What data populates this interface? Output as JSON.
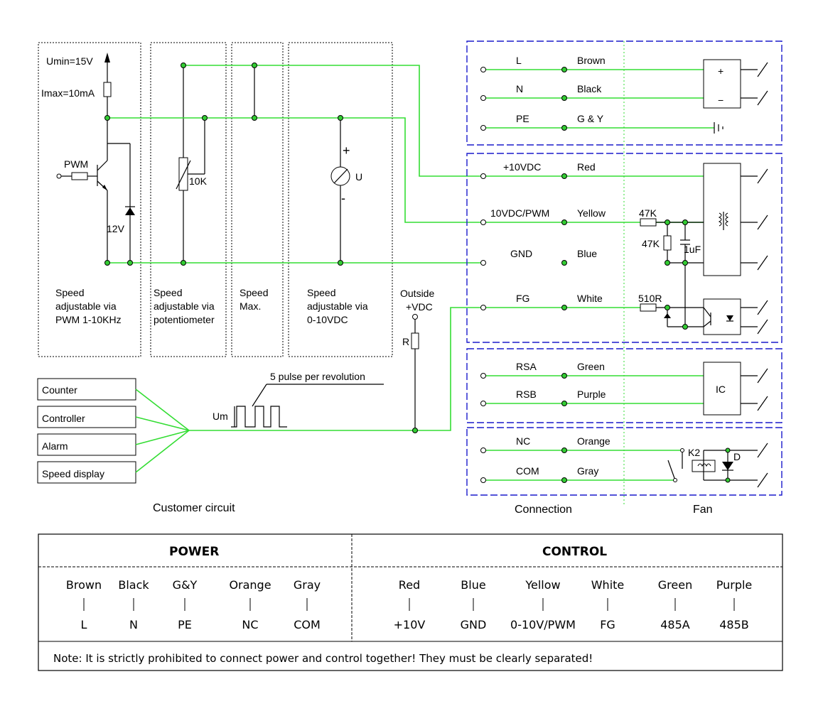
{
  "customer": {
    "umin": "Umin=15V",
    "imax": "Imax=10mA",
    "pwm": "PWM",
    "zener": "12V",
    "pot": "10K",
    "meter_u": "U",
    "col1": [
      "Speed",
      "adjustable via",
      "PWM 1-10KHz"
    ],
    "col2": [
      "Speed",
      "adjustable via",
      "potentiometer"
    ],
    "col3": [
      "Speed",
      "Max."
    ],
    "col4": [
      "Speed",
      "adjustable via",
      "0-10VDC"
    ],
    "outside": [
      "Outside",
      "+VDC"
    ],
    "r": "R",
    "pulse": "5 pulse per revolution",
    "um": "Um",
    "devices": [
      "Counter",
      "Controller",
      "Alarm",
      "Speed display"
    ],
    "caption": "Customer circuit"
  },
  "connection": {
    "rows": [
      {
        "signal": "L",
        "wire": "Brown"
      },
      {
        "signal": "N",
        "wire": "Black"
      },
      {
        "signal": "PE",
        "wire": "G & Y"
      },
      {
        "signal": "+10VDC",
        "wire": "Red"
      },
      {
        "signal": "10VDC/PWM",
        "wire": "Yellow"
      },
      {
        "signal": "GND",
        "wire": "Blue"
      },
      {
        "signal": "FG",
        "wire": "White"
      },
      {
        "signal": "RSA",
        "wire": "Green"
      },
      {
        "signal": "RSB",
        "wire": "Purple"
      },
      {
        "signal": "NC",
        "wire": "Orange"
      },
      {
        "signal": "COM",
        "wire": "Gray"
      }
    ],
    "caption": "Connection"
  },
  "fan": {
    "r47a": "47K",
    "r47b": "47K",
    "cap": "1uF",
    "r510": "510R",
    "plus": "+",
    "minus": "−",
    "ic": "IC",
    "k2": "K2",
    "d": "D",
    "caption": "Fan"
  },
  "table": {
    "power_header": "POWER",
    "control_header": "CONTROL",
    "power": [
      {
        "color": "Brown",
        "sig": "L"
      },
      {
        "color": "Black",
        "sig": "N"
      },
      {
        "color": "G&Y",
        "sig": "PE"
      },
      {
        "color": "Orange",
        "sig": "NC"
      },
      {
        "color": "Gray",
        "sig": "COM"
      }
    ],
    "control": [
      {
        "color": "Red",
        "sig": "+10V"
      },
      {
        "color": "Blue",
        "sig": "GND"
      },
      {
        "color": "Yellow",
        "sig": "0-10V/PWM"
      },
      {
        "color": "White",
        "sig": "FG"
      },
      {
        "color": "Green",
        "sig": "485A"
      },
      {
        "color": "Purple",
        "sig": "485B"
      }
    ],
    "note": "Note: It is strictly prohibited to connect power and control together!  They must be clearly separated!"
  }
}
